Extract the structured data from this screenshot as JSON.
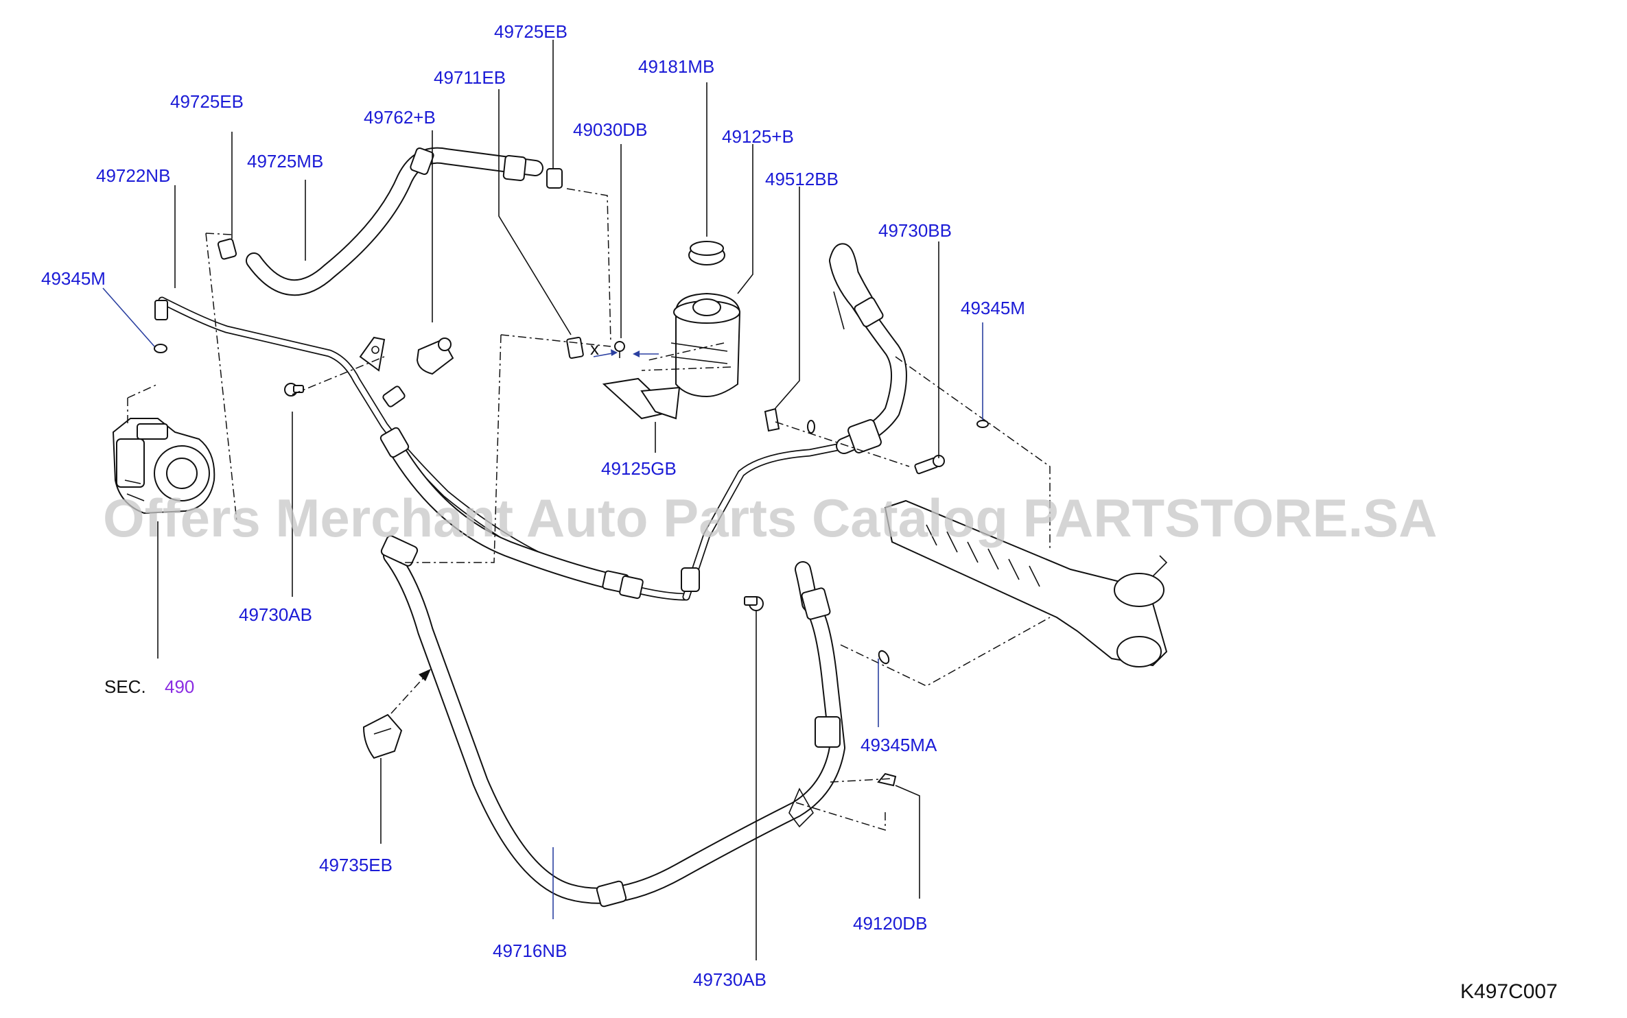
{
  "diagram_id": "K497C007",
  "watermark": "Offers Merchant Auto Parts Catalog PARTSTORE.SA",
  "section_ref": {
    "prefix": "SEC.",
    "number": "490"
  },
  "callout_x": "x",
  "parts": {
    "p49725EB_top": "49725EB",
    "p49711EB": "49711EB",
    "p49181MB": "49181MB",
    "p49725EB_left": "49725EB",
    "p49762B": "49762+B",
    "p49030DB": "49030DB",
    "p49125B": "49125+B",
    "p49725MB": "49725MB",
    "p49512BB": "49512BB",
    "p49722NB": "49722NB",
    "p49730BB": "49730BB",
    "p49345M_left": "49345M",
    "p49345M_right": "49345M",
    "p49125GB": "49125GB",
    "p49730AB_left": "49730AB",
    "p49345MA": "49345MA",
    "p49735EB": "49735EB",
    "p49120DB": "49120DB",
    "p49716NB": "49716NB",
    "p49730AB_bottom": "49730AB"
  }
}
